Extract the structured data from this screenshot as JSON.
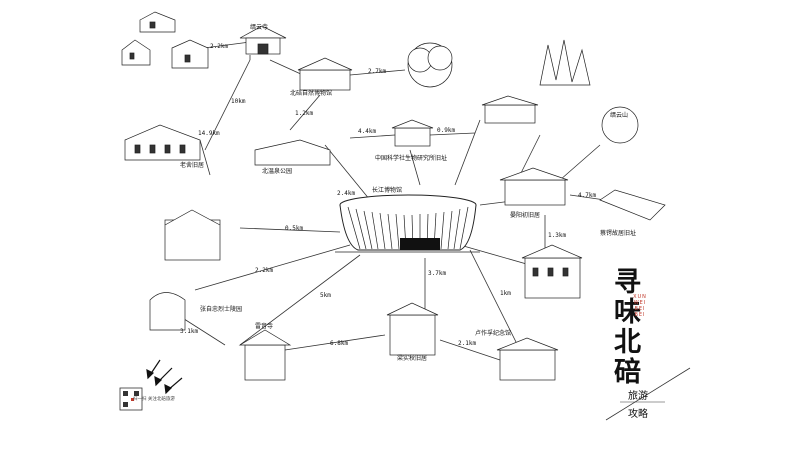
{
  "map": {
    "brand": {
      "title": "寻味北碚",
      "pinyin": "XUN WEI BEI BEI",
      "sub1": "旅游",
      "sub2": "攻略"
    },
    "sites": [
      {
        "name": "缙云寺"
      },
      {
        "name": "北碚自然博物馆"
      },
      {
        "name": "卢作孚纪念馆"
      },
      {
        "name": "北温泉公园"
      },
      {
        "name": "老舍旧居"
      },
      {
        "name": "中国科学社生物研究所旧址"
      },
      {
        "name": "长江博物馆"
      },
      {
        "name": "晏阳初旧居"
      },
      {
        "name": "蔡锷故居旧址"
      },
      {
        "name": "张自忠烈士陵园"
      },
      {
        "name": "雷音寺"
      },
      {
        "name": "梁实秋旧居"
      },
      {
        "name": "缙云山"
      }
    ],
    "distances": {
      "d1": "2.2km",
      "d2": "2.7km",
      "d3": "10km",
      "d4": "14.9km",
      "d5": "4.4km",
      "d6": "0.9km",
      "d7": "1.2km",
      "d8": "2.4km",
      "d9": "4.7km",
      "d10": "0.5km",
      "d11": "2.2km",
      "d12": "1.3km",
      "d13": "5km",
      "d14": "6.8km",
      "d15": "3.7km",
      "d16": "2.1km",
      "d17": "3.1km",
      "d18": "1km"
    },
    "qr_caption": "扫一扫 关注北碚旅游"
  }
}
